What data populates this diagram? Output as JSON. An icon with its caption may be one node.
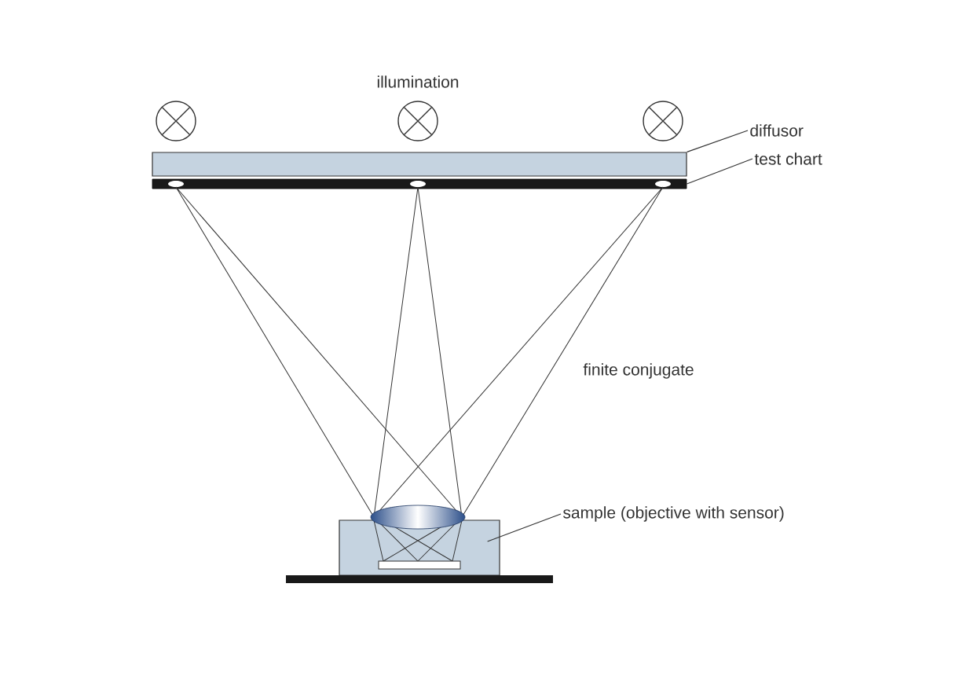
{
  "diagram": {
    "nodes": [
      {
        "text": [
          "diffusor"
        ]
      },
      {
        "text": [
          "test chart"
        ]
      },
      {
        "text": [
          "sample (objective with sensor)"
        ]
      },
      {
        "text": [],
        "shape": "box"
      },
      {
        "text": [],
        "shape": "bar"
      },
      {
        "text": [],
        "shape": "box"
      }
    ],
    "edges": [
      {
        "from": 0,
        "to": 3,
        "arrow": "none"
      },
      {
        "from": 1,
        "to": 4,
        "arrow": "none"
      },
      {
        "from": 2,
        "to": 5,
        "arrow": "none"
      }
    ],
    "labels": [
      "illumination",
      "finite conjugate"
    ]
  }
}
